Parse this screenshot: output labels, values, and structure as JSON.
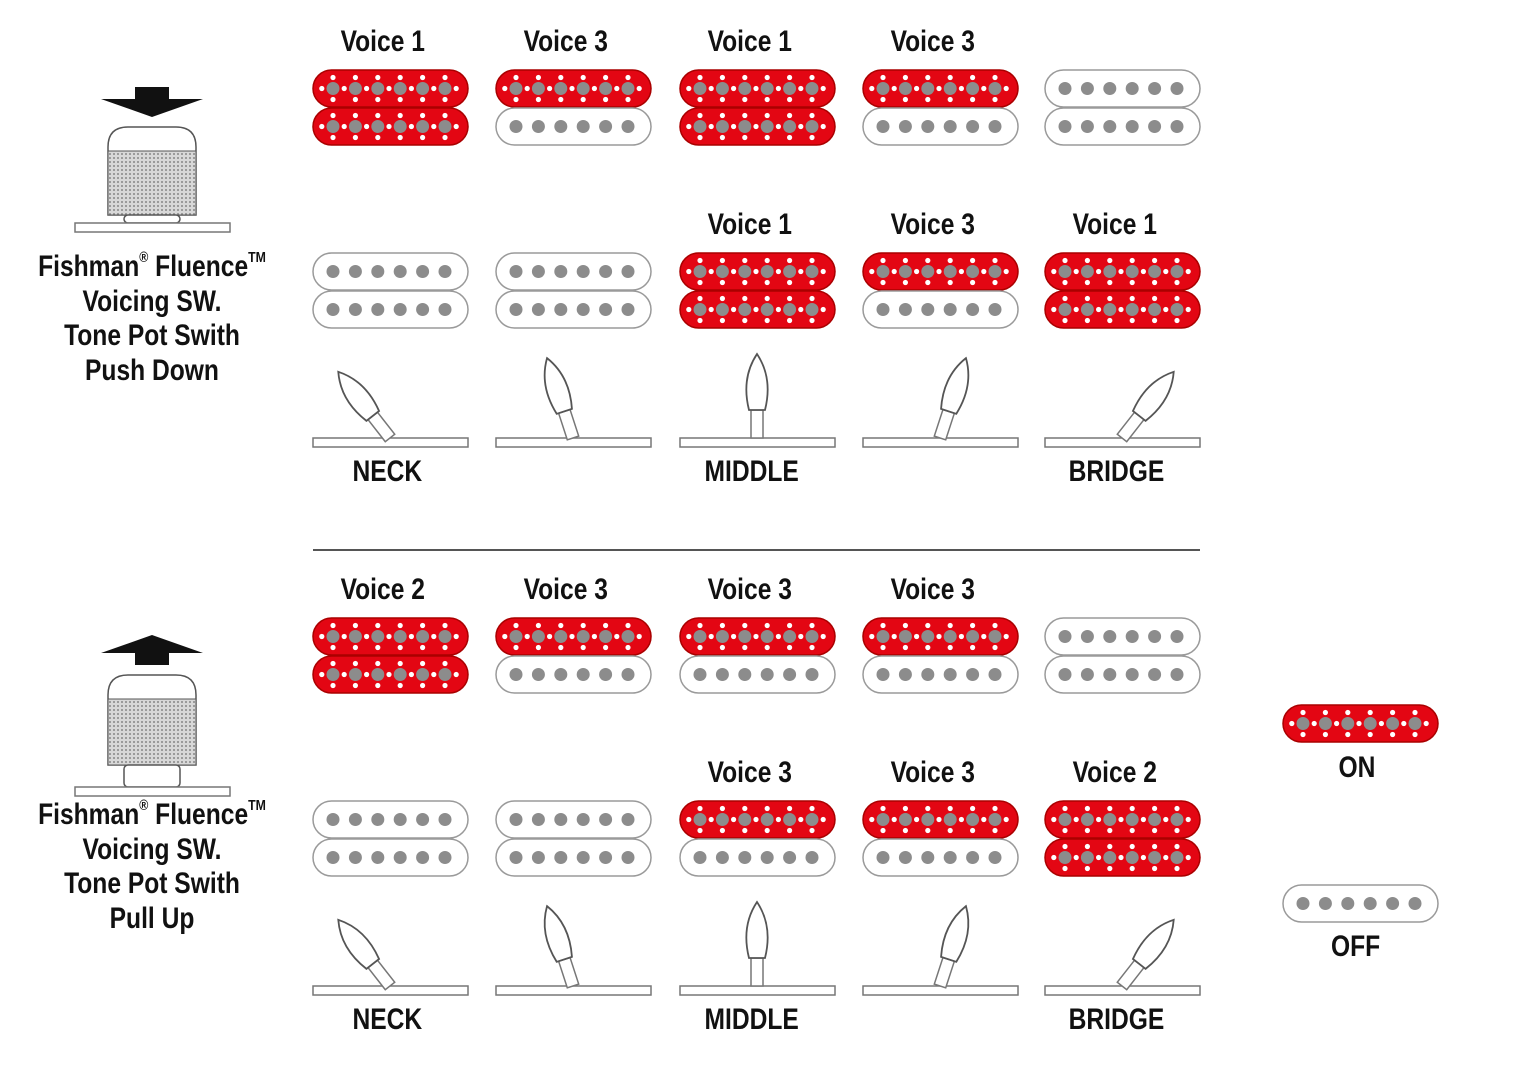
{
  "colors": {
    "on": "#e30613",
    "pole": "#8c8c8c",
    "outline": "#9a9a9a",
    "text": "#111111"
  },
  "sections": [
    {
      "switch_caption": {
        "brand": "Fishman",
        "reg": "®",
        "product": "Fluence",
        "tm": "TM",
        "line2": "Voicing SW.",
        "line3": "Tone Pot Swith",
        "line4": "Push Down"
      },
      "knob_state": "push-down",
      "rows": [
        [
          {
            "voice": "Voice 1",
            "coils": [
              true,
              true
            ]
          },
          {
            "voice": "Voice 3",
            "coils": [
              true,
              false
            ]
          },
          {
            "voice": "Voice 1",
            "coils": [
              true,
              true
            ]
          },
          {
            "voice": "Voice 3",
            "coils": [
              true,
              false
            ]
          },
          {
            "voice": null,
            "coils": [
              false,
              false
            ]
          }
        ],
        [
          {
            "voice": null,
            "coils": [
              false,
              false
            ]
          },
          {
            "voice": null,
            "coils": [
              false,
              false
            ]
          },
          {
            "voice": "Voice 1",
            "coils": [
              true,
              true
            ]
          },
          {
            "voice": "Voice 3",
            "coils": [
              true,
              false
            ]
          },
          {
            "voice": "Voice 1",
            "coils": [
              true,
              true
            ]
          }
        ]
      ],
      "positions": [
        "NECK",
        "",
        "MIDDLE",
        "",
        "BRIDGE"
      ]
    },
    {
      "switch_caption": {
        "brand": "Fishman",
        "reg": "®",
        "product": "Fluence",
        "tm": "TM",
        "line2": "Voicing SW.",
        "line3": "Tone Pot Swith",
        "line4": "Pull Up"
      },
      "knob_state": "pull-up",
      "rows": [
        [
          {
            "voice": "Voice 2",
            "coils": [
              true,
              true
            ]
          },
          {
            "voice": "Voice 3",
            "coils": [
              true,
              false
            ]
          },
          {
            "voice": "Voice 3",
            "coils": [
              true,
              false
            ]
          },
          {
            "voice": "Voice 3",
            "coils": [
              true,
              false
            ]
          },
          {
            "voice": null,
            "coils": [
              false,
              false
            ]
          }
        ],
        [
          {
            "voice": null,
            "coils": [
              false,
              false
            ]
          },
          {
            "voice": null,
            "coils": [
              false,
              false
            ]
          },
          {
            "voice": "Voice 3",
            "coils": [
              true,
              false
            ]
          },
          {
            "voice": "Voice 3",
            "coils": [
              true,
              false
            ]
          },
          {
            "voice": "Voice 2",
            "coils": [
              true,
              true
            ]
          }
        ]
      ],
      "positions": [
        "NECK",
        "",
        "MIDDLE",
        "",
        "BRIDGE"
      ]
    }
  ],
  "legend": {
    "on_label": "ON",
    "off_label": "OFF"
  }
}
